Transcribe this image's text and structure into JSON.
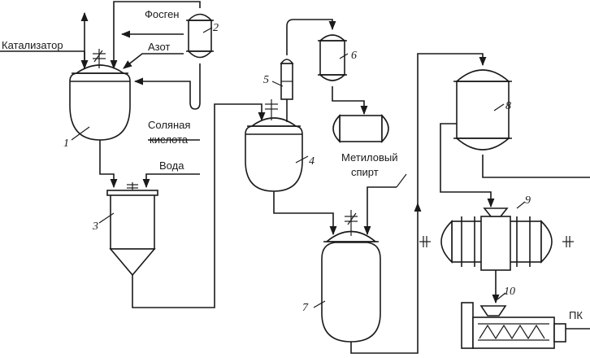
{
  "labels": {
    "catalyst": "Катализатор",
    "phosgene": "Фосген",
    "nitrogen": "Азот",
    "hydrochloric_acid_1": "Соляная",
    "hydrochloric_acid_2": "кислота",
    "water": "Вода",
    "methanol_1": "Метиловый",
    "methanol_2": "спирт",
    "product": "ПК"
  },
  "equipment_numbers": {
    "reactor_1": "1",
    "phosgene_vessel_2": "2",
    "filter_3": "3",
    "reactor_4": "4",
    "column_5": "5",
    "condenser_6": "6",
    "precipitator_7": "7",
    "vessel_8": "8",
    "dryer_9": "9",
    "extruder_10": "10"
  },
  "colors": {
    "line": "#1a1a1a",
    "background": "#ffffff"
  }
}
